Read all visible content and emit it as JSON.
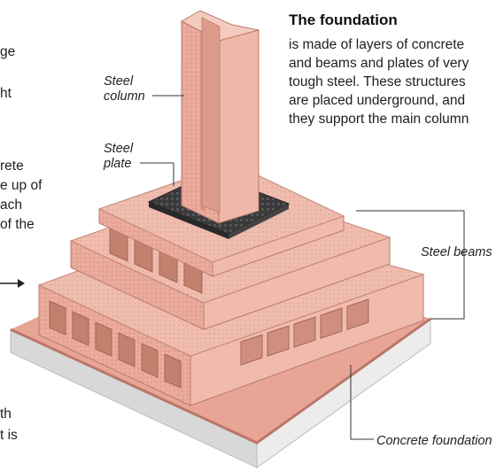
{
  "heading": {
    "title": "The foundation",
    "body_lines": [
      "is made of layers of concrete",
      "and beams and plates of very",
      "tough steel. These structures",
      "are placed underground, and",
      "they support the main column"
    ]
  },
  "labels": {
    "steel_column": [
      "Steel",
      "column"
    ],
    "steel_plate": [
      "Steel",
      "plate"
    ],
    "steel_beams": "Steel beams",
    "concrete_foundation": "Concrete foundation"
  },
  "left_clipped_text": [
    "ge",
    "ht",
    "rete",
    "e up of",
    "ach",
    "of the",
    "th",
    "t is"
  ],
  "colors": {
    "steel_pink": "#e9a99a",
    "steel_pink_dark": "#c98576",
    "steel_pink_light": "#f3c4b8",
    "plate_dark": "#3a3a3a",
    "concrete": "#ececec",
    "concrete_side": "#d6d6d6"
  }
}
